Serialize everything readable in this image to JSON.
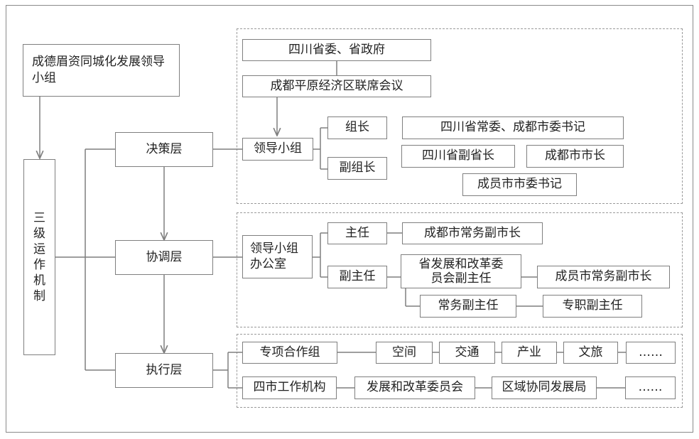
{
  "group_title": "成德眉资同城化发展领导小组",
  "mechanism_chars": [
    "三",
    "级",
    "运",
    "作",
    "机",
    "制"
  ],
  "tiers": {
    "decision": "决策层",
    "coordination": "协调层",
    "execution": "执行层"
  },
  "decision_panel": {
    "provincial": "四川省委、省政府",
    "joint_meeting": "成都平原经济区联席会议",
    "leading_group": "领导小组",
    "leader": "组长",
    "deputy_leader": "副组长",
    "leader_post": "四川省常委、成都市委书记",
    "deputy_governor": "四川省副省长",
    "chengdu_mayor": "成都市市长",
    "member_secretaries": "成员市市委书记"
  },
  "coordination_panel": {
    "office": "领导小组办公室",
    "director": "主任",
    "deputy_director": "副主任",
    "director_post": "成都市常务副市长",
    "ndrc_deputy": "省发展和改革委员会副主任",
    "member_exec_vice_mayors": "成员市常务副市长",
    "exec_deputy_director": "常务副主任",
    "full_time_deputy": "专职副主任"
  },
  "execution_panel": {
    "task_groups": "专项合作组",
    "task_items": [
      "空间",
      "交通",
      "产业",
      "文旅",
      "……"
    ],
    "city_bodies": "四市工作机构",
    "city_items": [
      "发展和改革委员会",
      "区域协同发展局",
      "……"
    ]
  }
}
